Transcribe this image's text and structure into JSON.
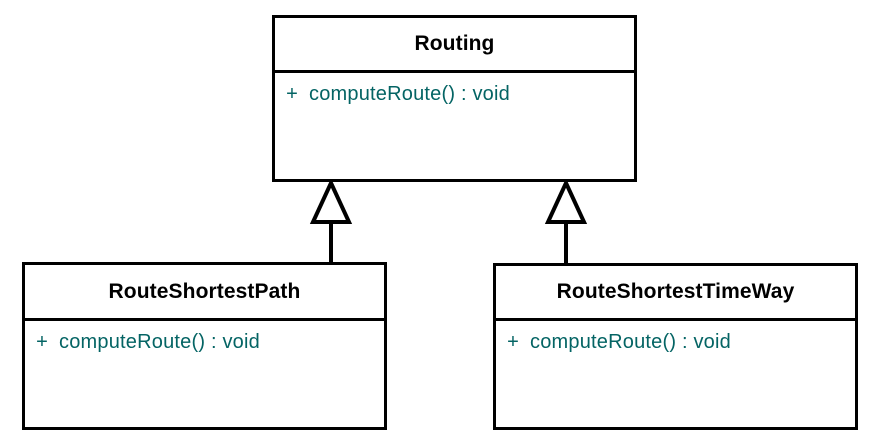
{
  "diagram": {
    "type": "uml-class-diagram",
    "background_color": "#ffffff",
    "border_color": "#000000",
    "class_name_color": "#000000",
    "member_color": "#046464",
    "classes": [
      {
        "id": "routing",
        "name": "Routing",
        "role": "superclass",
        "members": [
          {
            "visibility": "+",
            "signature": "computeRoute() : void"
          }
        ]
      },
      {
        "id": "route-shortest-path",
        "name": "RouteShortestPath",
        "role": "subclass",
        "members": [
          {
            "visibility": "+",
            "signature": "computeRoute() : void"
          }
        ]
      },
      {
        "id": "route-shortest-time-way",
        "name": "RouteShortestTimeWay",
        "role": "subclass",
        "members": [
          {
            "visibility": "+",
            "signature": "computeRoute() : void"
          }
        ]
      }
    ],
    "relationships": [
      {
        "id": "gen-left",
        "kind": "generalization",
        "from": "RouteShortestPath",
        "to": "Routing"
      },
      {
        "id": "gen-right",
        "kind": "generalization",
        "from": "RouteShortestTimeWay",
        "to": "Routing"
      }
    ]
  }
}
